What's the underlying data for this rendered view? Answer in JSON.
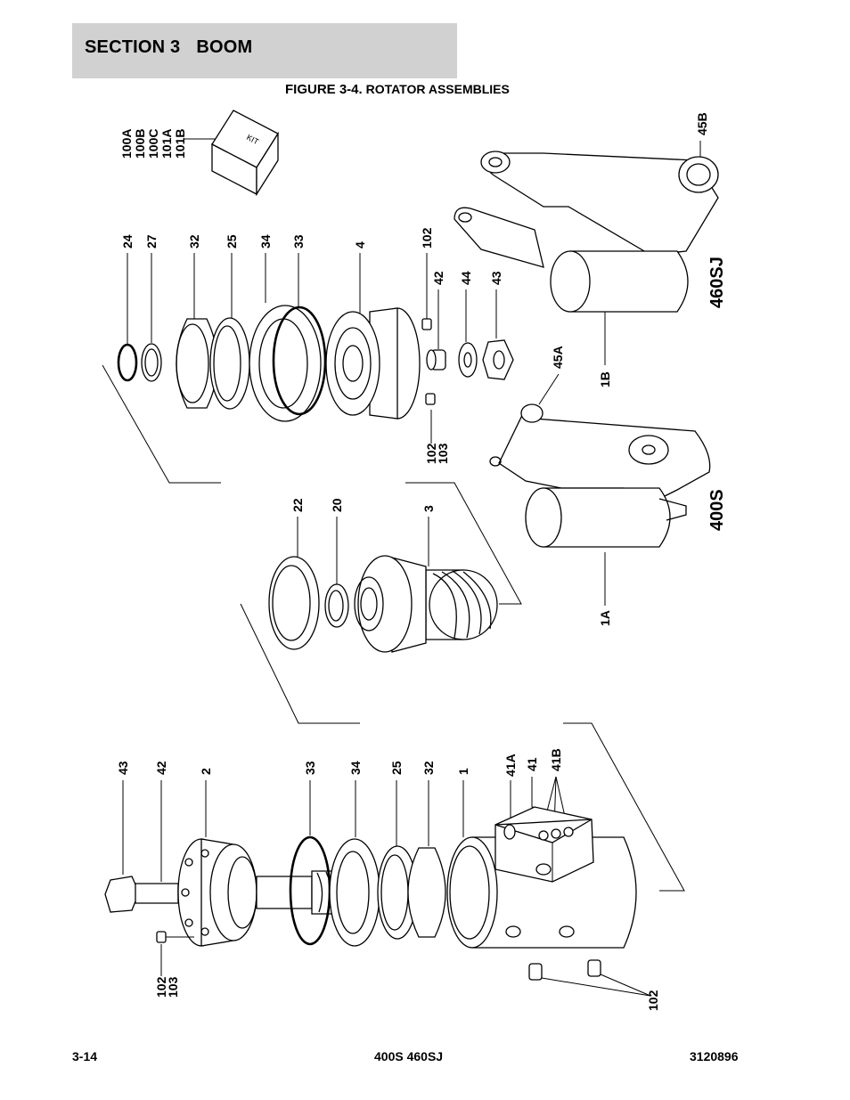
{
  "header": {
    "section": "SECTION 3",
    "title": "BOOM"
  },
  "figure": {
    "number": "FIGURE 3-4.",
    "title": "ROTATOR ASSEMBLIES"
  },
  "models": {
    "a": "400S",
    "b": "460SJ"
  },
  "callouts": {
    "kit": [
      "100A",
      "100B",
      "100C",
      "101A",
      "101B"
    ],
    "kit_box": "KIT",
    "upper": [
      "24",
      "27",
      "32",
      "25",
      "34",
      "33",
      "4"
    ],
    "fasteners": [
      "102",
      "42",
      "44",
      "43"
    ],
    "bottom_screw": [
      "102",
      "103"
    ],
    "mid": [
      "22",
      "20",
      "3"
    ],
    "brackets": {
      "b_pin": "45B",
      "a_pin": "45A",
      "b_tube": "1B",
      "a_tube": "1A"
    },
    "lower": [
      "43",
      "42",
      "2",
      "33",
      "34",
      "25",
      "32",
      "1",
      "41A",
      "41",
      "41B"
    ],
    "lower_screw": [
      "102",
      "103"
    ],
    "fitting": "102"
  },
  "footer": {
    "page": "3-14",
    "model": "400S 460SJ",
    "doc_number": "3120896"
  }
}
